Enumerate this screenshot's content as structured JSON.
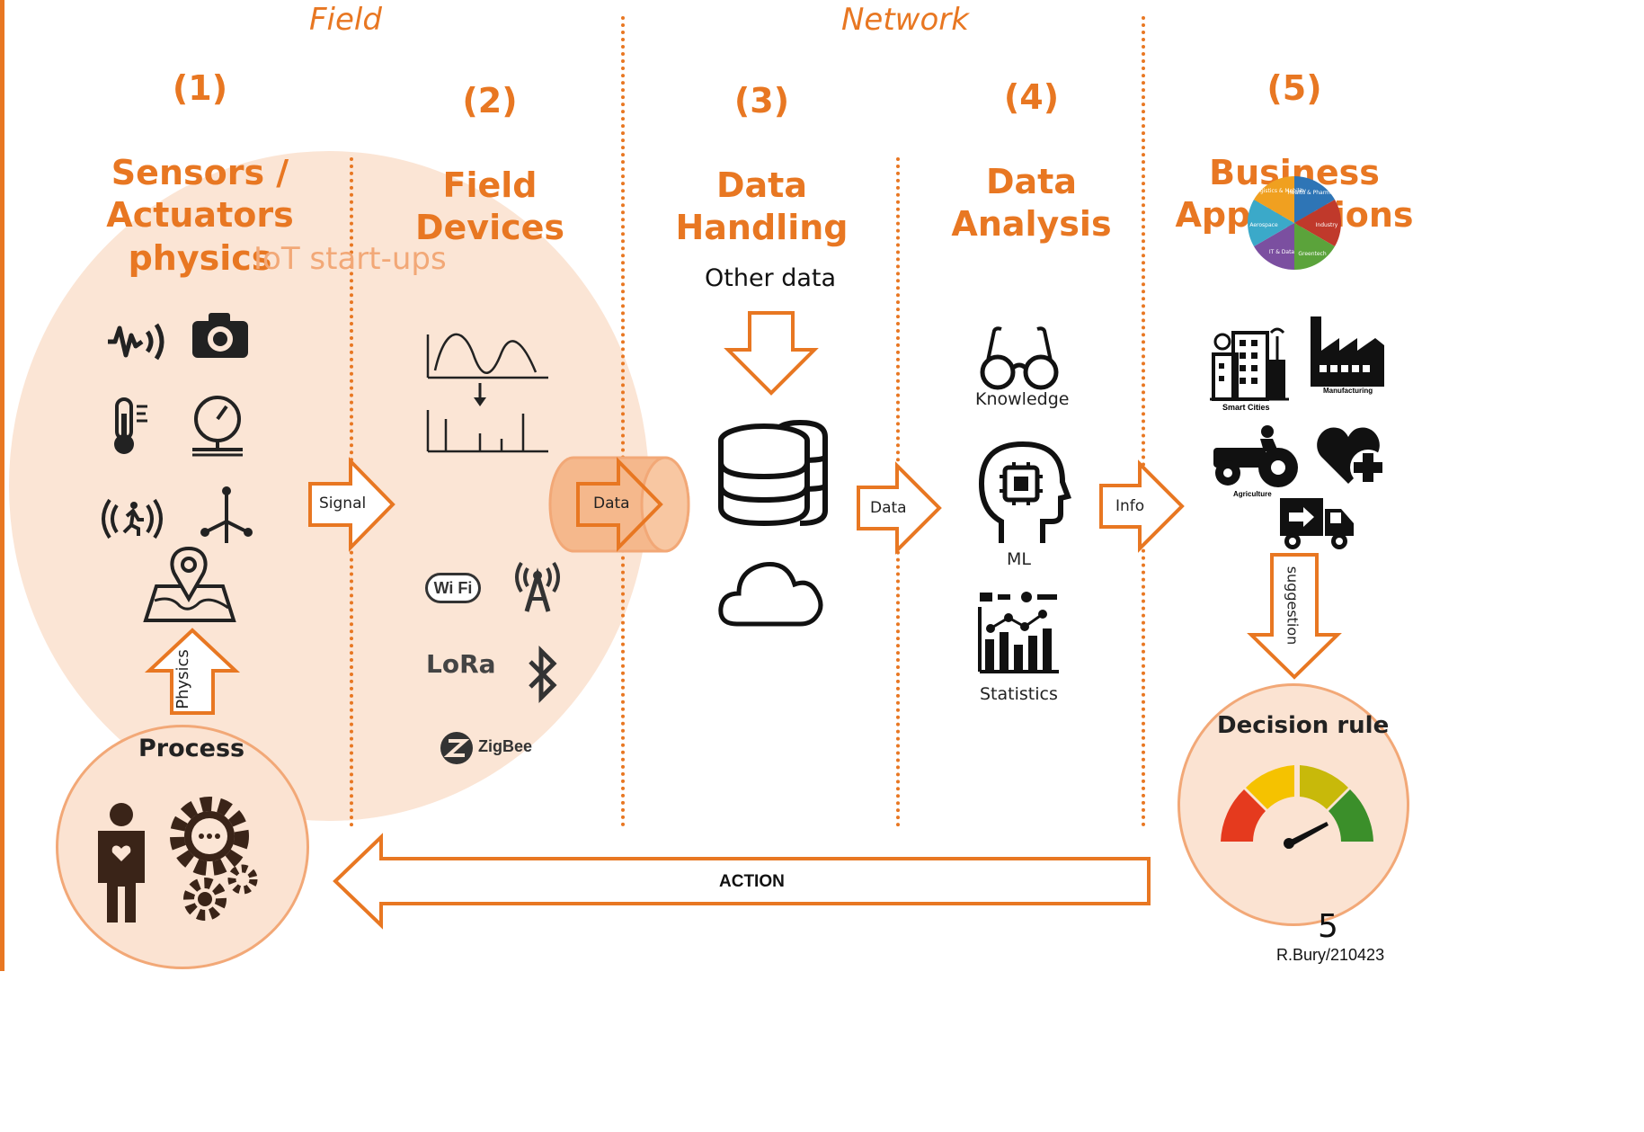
{
  "zones": {
    "field": "Field",
    "network": "Network"
  },
  "stages": [
    {
      "number": "(1)",
      "title": "Sensors /\nActuators\nphysics"
    },
    {
      "number": "(2)",
      "title": "Field\nDevices"
    },
    {
      "number": "(3)",
      "title": "Data\nHandling"
    },
    {
      "number": "(4)",
      "title": "Data\nAnalysis"
    },
    {
      "number": "(5)",
      "title": "Business\nApplications"
    }
  ],
  "iot_label": "IoT start-ups",
  "arrows": {
    "signal": "Signal",
    "data1": "Data",
    "data2": "Data",
    "info": "Info",
    "physics": "Physics",
    "suggestion": "suggestion",
    "action": "ACTION"
  },
  "data_handling": {
    "other_data": "Other data"
  },
  "analysis": {
    "knowledge": "Knowledge",
    "ml": "ML",
    "statistics": "Statistics"
  },
  "protocols": {
    "wifi": "Wi Fi",
    "lora": "LoRa",
    "zigbee": "ZigBee"
  },
  "business": {
    "pie": [
      "Logistics & Mobility",
      "Health & Pharma",
      "Industry",
      "Greentech",
      "IT & Data",
      "Aerospace"
    ],
    "smart_cities": "Smart Cities",
    "manufacturing": "Manufacturing",
    "agriculture": "Agriculture"
  },
  "process": {
    "title": "Process"
  },
  "decision": {
    "title": "Decision rule"
  },
  "footer": {
    "page_number": "5",
    "author": "R.Bury/210423"
  },
  "colors": {
    "accent": "#E87722",
    "bubble": "#FBE3D2"
  }
}
